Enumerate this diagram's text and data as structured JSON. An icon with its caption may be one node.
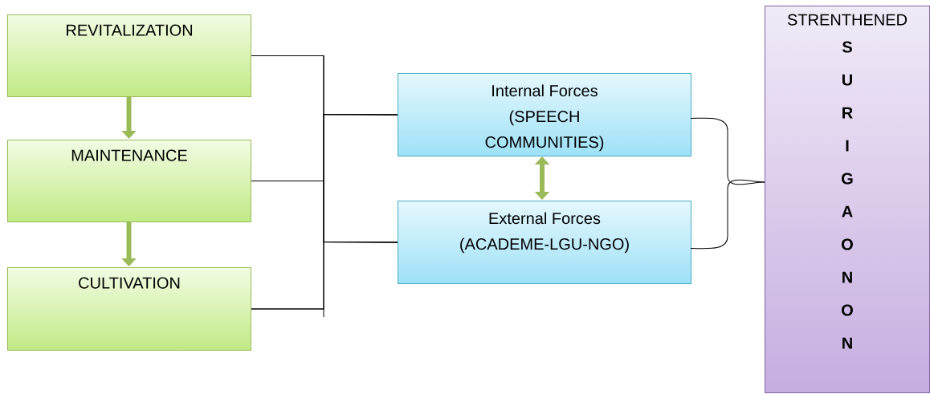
{
  "diagram": {
    "nodes": [
      {
        "text": [
          "REVITALIZATION"
        ]
      },
      {
        "text": [
          "MAINTENANCE"
        ]
      },
      {
        "text": [
          "CULTIVATION"
        ]
      },
      {
        "text": [
          "Internal Forces (SPEECH COMMUNITIES)"
        ]
      },
      {
        "text": [
          "External Forces (ACADEME-LGU-NGO)"
        ]
      },
      {
        "text": [
          "STRENTHENED",
          "S U R I G A O N O N"
        ]
      }
    ],
    "edges": [
      {
        "from": 0,
        "to": 1,
        "arrow": "to",
        "style": "thick",
        "color": "#9bbb59"
      },
      {
        "from": 1,
        "to": 2,
        "arrow": "to",
        "style": "thick",
        "color": "#9bbb59"
      },
      {
        "from": 3,
        "to": 4,
        "arrow": "both",
        "style": "thick",
        "color": "#9bbb59"
      },
      {
        "from": 0,
        "to": 3,
        "arrow": "none"
      },
      {
        "from": 0,
        "to": 4,
        "arrow": "none"
      },
      {
        "from": 1,
        "to": 3,
        "arrow": "none"
      },
      {
        "from": 1,
        "to": 4,
        "arrow": "none"
      },
      {
        "from": 2,
        "to": 3,
        "arrow": "none"
      },
      {
        "from": 2,
        "to": 4,
        "arrow": "none"
      },
      {
        "from": 3,
        "to": 5,
        "arrow": "none"
      },
      {
        "from": 4,
        "to": 5,
        "arrow": "none"
      }
    ]
  }
}
